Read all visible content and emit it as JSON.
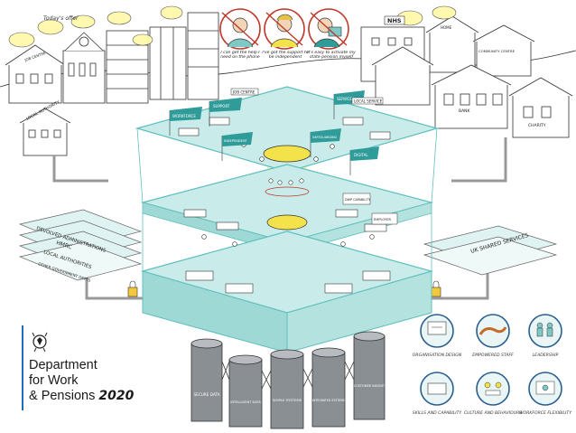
{
  "branding": {
    "line1": "Department",
    "line2": "for Work",
    "line3": "& Pensions",
    "year": "2020"
  },
  "top_left_caption": "Today's offer",
  "customer_quotes": [
    "I can get the help I need on the phone",
    "I've got the support to be independent",
    "It's easy to activate my state pension myself"
  ],
  "buildings": {
    "local_authority": "LOCAL AUTHORITY",
    "nhs": "NHS",
    "bank": "BANK",
    "charity": "CHARITY",
    "job_centre": "JOB CENTRE",
    "home": "HOME",
    "community_centre": "COMMUNITY CENTRE"
  },
  "left_stack": {
    "layers": [
      "DEVOLVED ADMINISTRATIONS",
      "HMRC",
      "LOCAL AUTHORITIES",
      "OTHER GOVERNMENT DEPTS"
    ]
  },
  "right_stack": {
    "label": "UK SHARED SERVICES"
  },
  "flags": [
    "WORKFORCE",
    "SUPPORT",
    "SERVICES",
    "INDEPENDENT",
    "SAFEGUARDING",
    "DIGITAL"
  ],
  "floor_signs": [
    "JOB CENTRE",
    "LOCAL SERVICE",
    "DWP CAPABILITY",
    "EMPLOYER"
  ],
  "pillars": [
    "SECURE DATA",
    "INTELLIGENT DATA",
    "SIMPLE SYSTEMS",
    "INTEGRATED SYSTEMS",
    "CUSTOMER INSIGHT"
  ],
  "legend": [
    {
      "label": "ORGANISATION DESIGN",
      "icon": "org-chart-icon"
    },
    {
      "label": "EMPOWERED STAFF",
      "icon": "handshake-icon"
    },
    {
      "label": "LEADERSHIP",
      "icon": "leaders-icon"
    },
    {
      "label": "SKILLS AND CAPABILITY",
      "icon": "skills-icon"
    },
    {
      "label": "CULTURE AND BEHAVIOURS",
      "icon": "culture-icon"
    },
    {
      "label": "WORKFORCE FLEXIBILITY",
      "icon": "flexibility-icon"
    }
  ],
  "colors": {
    "glass": "#bde8e6",
    "glass_edge": "#5fbfbd",
    "accent_yellow": "#f3e24a",
    "flag_teal": "#2f9c9a",
    "line": "#333333",
    "dwp_blue": "#1d70b8"
  }
}
